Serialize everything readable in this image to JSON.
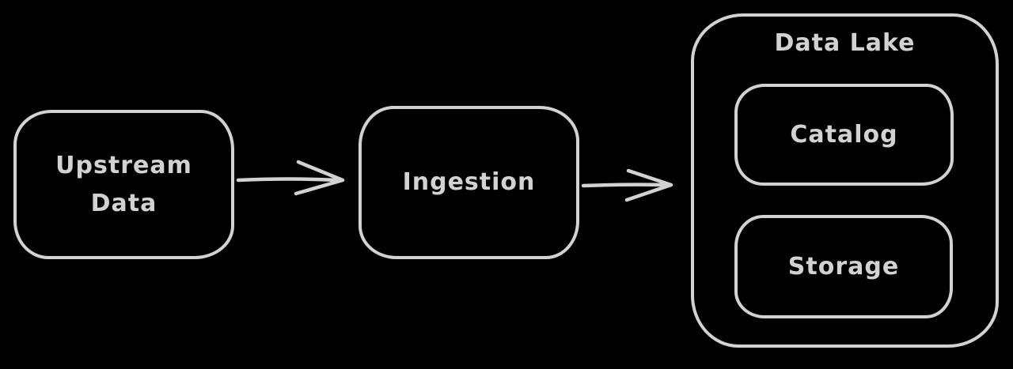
{
  "colors": {
    "background": "#000000",
    "stroke": "#d2d2d2",
    "text": "#d2d2d2"
  },
  "nodes": {
    "upstream_data": {
      "label": "Upstream\nData"
    },
    "ingestion": {
      "label": "Ingestion"
    },
    "data_lake": {
      "label": "Data Lake"
    },
    "catalog": {
      "label": "Catalog"
    },
    "storage": {
      "label": "Storage"
    }
  },
  "edges": [
    {
      "name": "upstream-to-ingestion",
      "from": "Upstream Data",
      "to": "Ingestion",
      "style": "open-arrowhead"
    },
    {
      "name": "ingestion-to-datalake",
      "from": "Ingestion",
      "to": "Data Lake",
      "style": "open-arrowhead"
    }
  ]
}
